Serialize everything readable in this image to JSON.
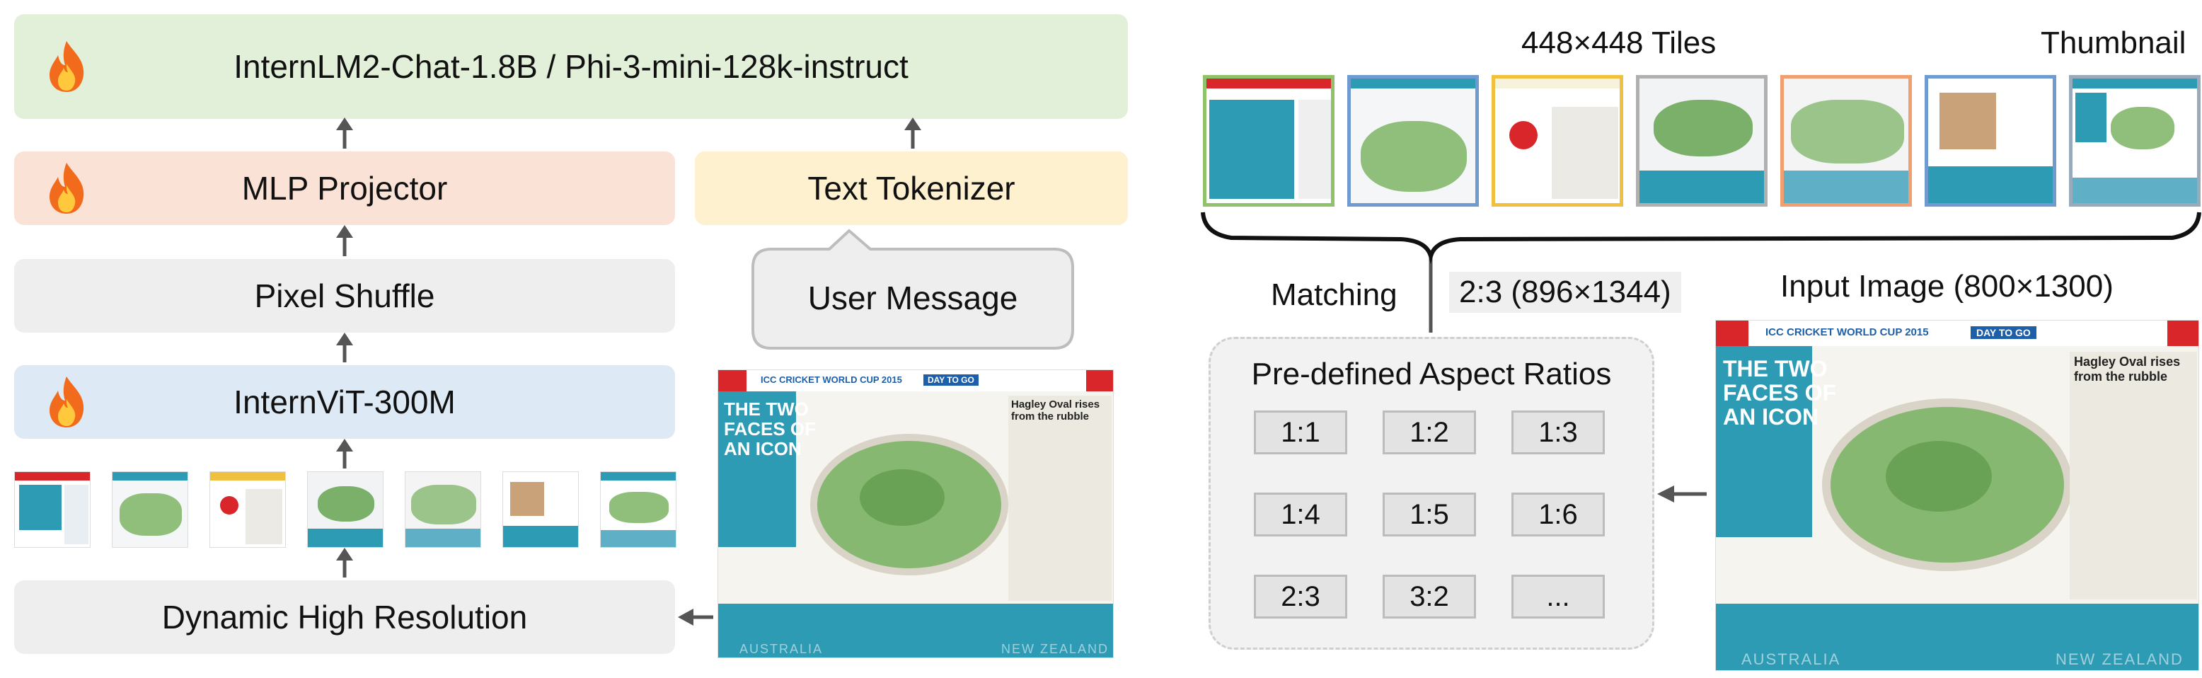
{
  "left": {
    "llm_label": "InternLM2-Chat-1.8B / Phi-3-mini-128k-instruct",
    "projector_label": "MLP Projector",
    "tokenizer_label": "Text Tokenizer",
    "shuffle_label": "Pixel Shuffle",
    "user_message_label": "User Message",
    "vit_label": "InternViT-300M",
    "dhr_label": "Dynamic High Resolution"
  },
  "right": {
    "tiles_label": "448×448 Tiles",
    "thumbnail_label": "Thumbnail",
    "matching_label": "Matching",
    "selected_ratio_label": "2:3 (896×1344)",
    "input_image_label": "Input Image (800×1300)",
    "predefined_title": "Pre-defined Aspect Ratios",
    "ratios": [
      "1:1",
      "1:2",
      "1:3",
      "1:4",
      "1:5",
      "1:6",
      "2:3",
      "3:2",
      "..."
    ]
  },
  "poster": {
    "headline_line1": "THE TWO",
    "headline_line2": "FACES OF",
    "headline_line3": "AN ICON",
    "header_text": "ICC CRICKET WORLD CUP 2015",
    "day_to_go": "DAY TO GO",
    "side_title": "Hagley Oval rises from the rubble",
    "australia": "AUSTRALIA",
    "new_zealand": "NEW ZEALAND"
  },
  "colors": {
    "llm_bg": "#e2efd9",
    "projector_bg": "#fbe2d6",
    "grey_bg": "#eeeeee",
    "vit_bg": "#dde9f5",
    "tokenizer_bg": "#fdf1d0",
    "poster_teal": "#2e9bb5",
    "poster_red": "#d9262b",
    "tile_borders": [
      "#8fc26a",
      "#6f9bd1",
      "#f0c040",
      "#aaaaaa",
      "#f0a070",
      "#6f9bd1",
      "#9ab"
    ]
  }
}
